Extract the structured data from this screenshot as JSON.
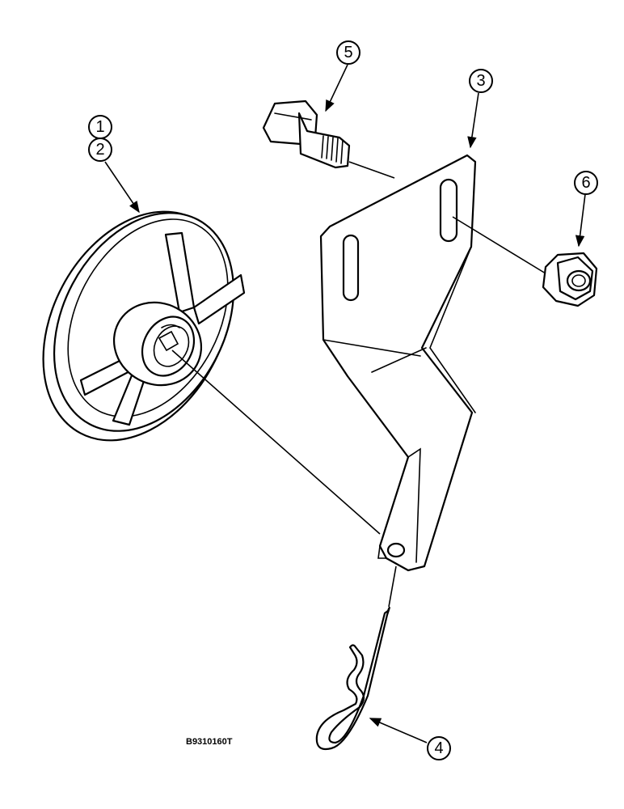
{
  "callouts": {
    "c1": "1",
    "c2": "2",
    "c3": "3",
    "c4": "4",
    "c5": "5",
    "c6": "6"
  },
  "figure_code": "B9310160T"
}
